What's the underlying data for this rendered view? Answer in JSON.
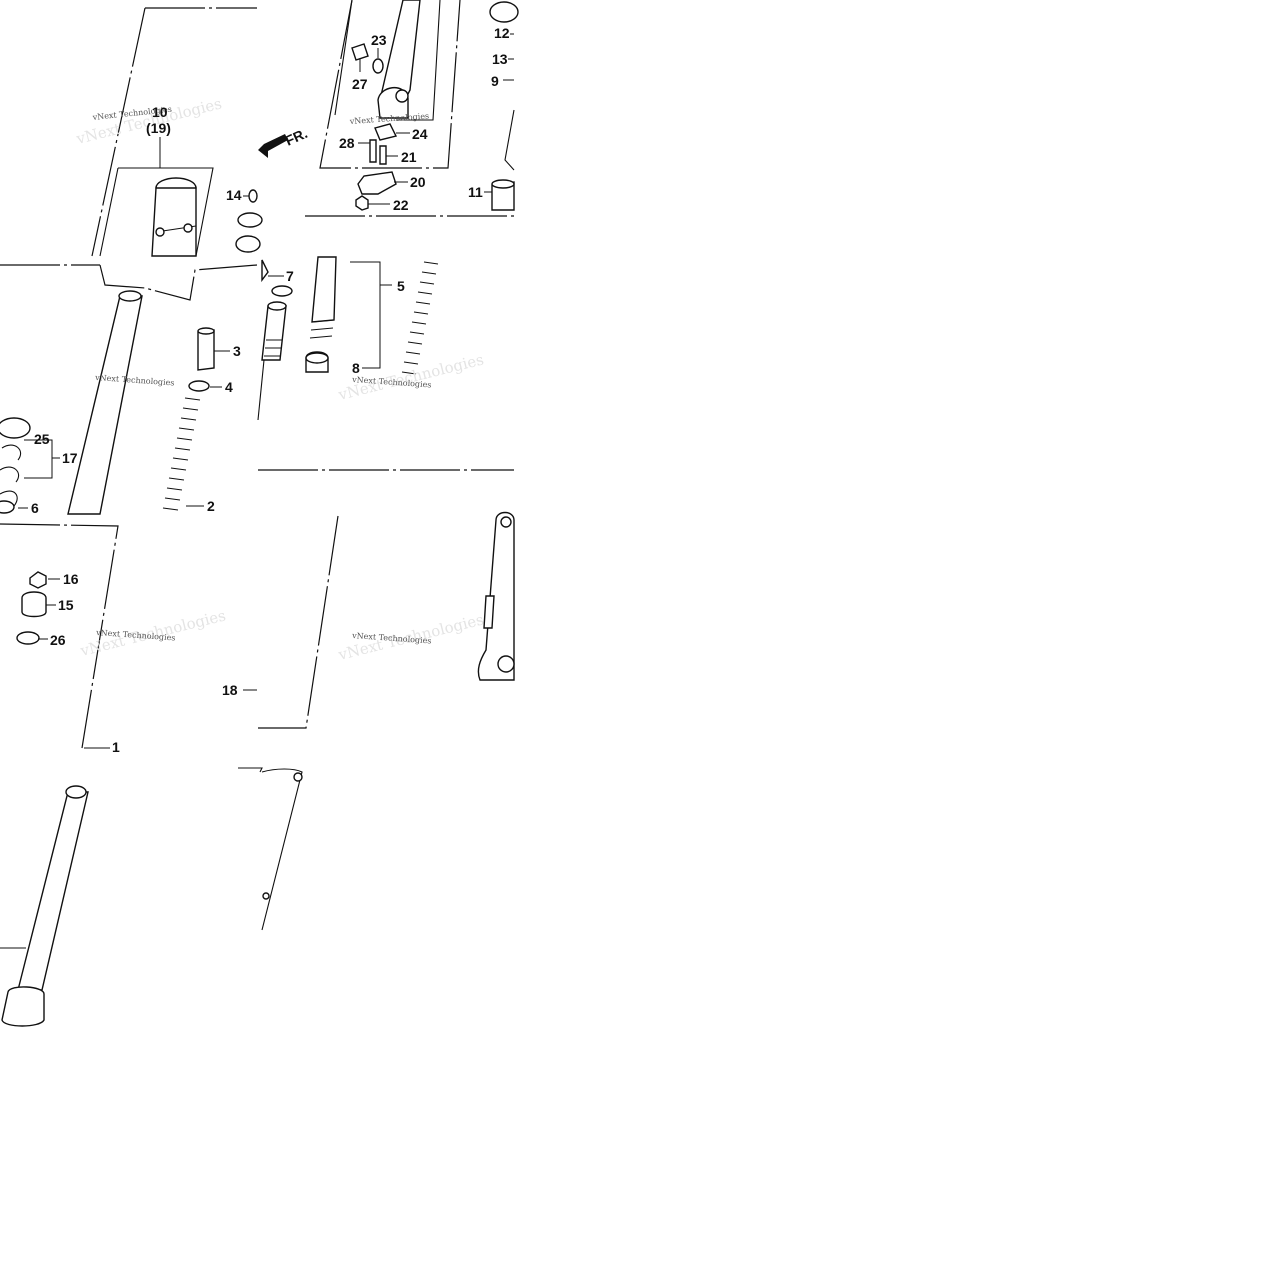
{
  "diagram": {
    "direction_label": "FR.",
    "watermark": "vNext Technologies",
    "part_numbers": [
      "10",
      "(19)",
      "14",
      "23",
      "27",
      "24",
      "28",
      "21",
      "20",
      "22",
      "12",
      "13",
      "9",
      "11",
      "7",
      "3",
      "4",
      "25",
      "17",
      "6",
      "2",
      "5",
      "8",
      "16",
      "15",
      "26",
      "1",
      "18"
    ]
  }
}
